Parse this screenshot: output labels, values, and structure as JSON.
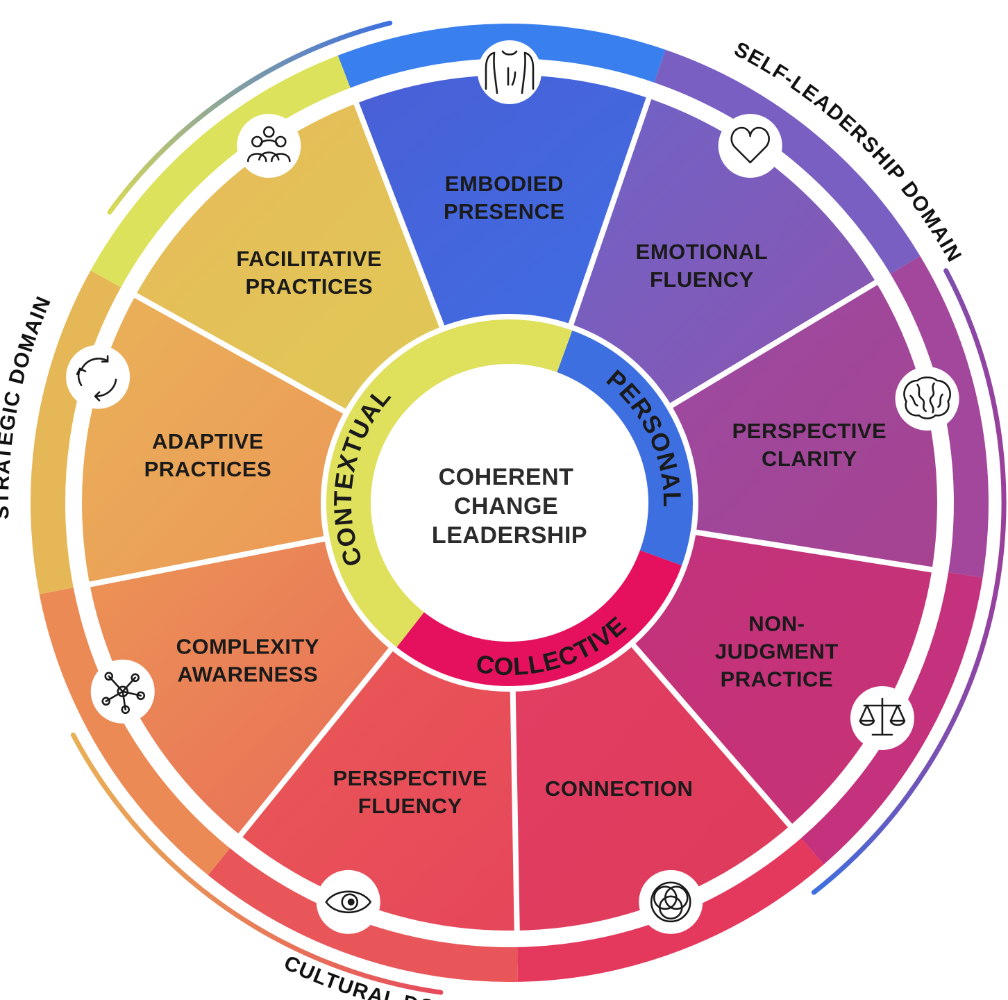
{
  "center": {
    "lines": [
      "COHERENT",
      "CHANGE",
      "LEADERSHIP"
    ]
  },
  "rings": [
    {
      "label": "PERSONAL",
      "color": "#3d6fe0"
    },
    {
      "label": "COLLECTIVE",
      "color": "#e5115e"
    },
    {
      "label": "CONTEXTUAL",
      "color": "#dfe05c"
    }
  ],
  "domains": [
    {
      "label": "SELF-LEADERSHIP DOMAIN",
      "color": "#7a5fc2"
    },
    {
      "label": "CULTURAL DOMAIN",
      "color": "#e8566a"
    },
    {
      "label": "STRATEGIC DOMAIN",
      "color": "#d6c354"
    }
  ],
  "segments": [
    {
      "lines": [
        "EMBODIED",
        "PRESENCE"
      ],
      "icon": "body-torso-icon"
    },
    {
      "lines": [
        "EMOTIONAL",
        "FLUENCY"
      ],
      "icon": "heart-icon"
    },
    {
      "lines": [
        "PERSPECTIVE",
        "CLARITY"
      ],
      "icon": "brain-icon"
    },
    {
      "lines": [
        "NON-",
        "JUDGMENT",
        "PRACTICE"
      ],
      "icon": "scales-icon"
    },
    {
      "lines": [
        "CONNECTION"
      ],
      "icon": "overlapping-circles-icon"
    },
    {
      "lines": [
        "PERSPECTIVE",
        "FLUENCY"
      ],
      "icon": "eye-icon"
    },
    {
      "lines": [
        "COMPLEXITY",
        "AWARENESS"
      ],
      "icon": "network-icon"
    },
    {
      "lines": [
        "ADAPTIVE",
        "PRACTICES"
      ],
      "icon": "cycle-arrows-icon"
    },
    {
      "lines": [
        "FACILITATIVE",
        "PRACTICES"
      ],
      "icon": "group-people-icon"
    }
  ]
}
